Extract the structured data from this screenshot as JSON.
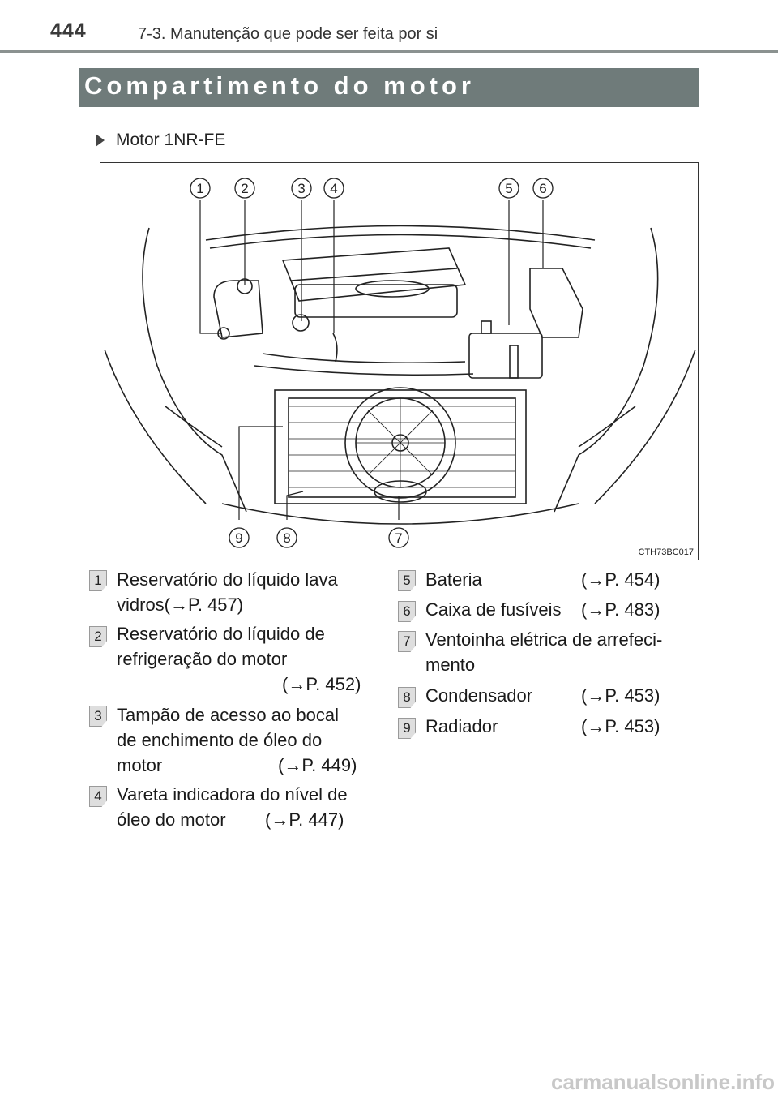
{
  "header": {
    "page_number": "444",
    "chapter": "7-3. Manutenção que pode ser feita por si"
  },
  "section": {
    "title": "Compartimento do motor"
  },
  "engine_label": "Motor 1NR-FE",
  "figure": {
    "code": "CTH73BC017",
    "callouts": [
      "1",
      "2",
      "3",
      "4",
      "5",
      "6",
      "7",
      "8",
      "9"
    ]
  },
  "legend_left": [
    {
      "num": "1",
      "lines": [
        "Reservatório do líquido lava",
        "vidros(→P. 457)"
      ],
      "ref": ""
    },
    {
      "num": "2",
      "lines": [
        "Reservatório do líquido de",
        "refrigeração do motor"
      ],
      "ref": "(→P. 452)"
    },
    {
      "num": "3",
      "lines": [
        "Tampão de acesso ao bocal",
        "de enchimento de óleo do",
        "motor"
      ],
      "ref": "(→P. 449)"
    },
    {
      "num": "4",
      "lines": [
        "Vareta indicadora do nível de",
        "óleo do motor"
      ],
      "ref": "(→P. 447)"
    }
  ],
  "legend_right": [
    {
      "num": "5",
      "lines": [
        "Bateria"
      ],
      "ref": "(→P. 454)"
    },
    {
      "num": "6",
      "lines": [
        "Caixa de fusíveis"
      ],
      "ref": "(→P. 483)"
    },
    {
      "num": "7",
      "lines": [
        "Ventoinha elétrica de arrefeci-",
        "mento"
      ],
      "ref": ""
    },
    {
      "num": "8",
      "lines": [
        "Condensador"
      ],
      "ref": "(→P. 453)"
    },
    {
      "num": "9",
      "lines": [
        "Radiador"
      ],
      "ref": "(→P. 453)"
    }
  ],
  "watermark": "carmanualsonline.info"
}
